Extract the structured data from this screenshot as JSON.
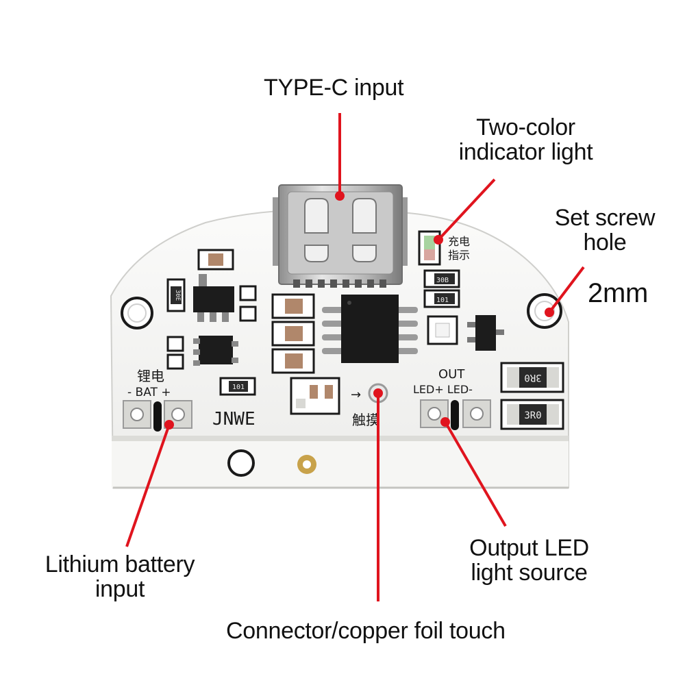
{
  "callouts": {
    "typec": "TYPE-C input",
    "indicator_line1": "Two-color",
    "indicator_line2": "indicator light",
    "screw_line1": "Set screw",
    "screw_line2": "hole",
    "screw_size": "2mm",
    "battery_line1": "Lithium battery",
    "battery_line2": "input",
    "led_line1": "Output LED",
    "led_line2": "light source",
    "touch": "Connector/copper foil touch"
  },
  "board": {
    "brand": "JNWE",
    "bat_cn": "锂电",
    "bat_label": "- BAT +",
    "out_label": "OUT",
    "led_label": "LED+ LED-",
    "touch_cn": "触摸",
    "touch_arrow": "→",
    "charge_cn_1": "充电",
    "charge_cn_2": "指示",
    "r_top": "30B",
    "r_mid": "101",
    "r_left": "30E",
    "r_bot": "101",
    "r_big1": "3R0",
    "r_big2": "3R0"
  },
  "colors": {
    "pointer": "#e0141e",
    "board": "#f4f4f2",
    "pad": "#d8d8d4",
    "silkscreen": "#1a1a1a"
  }
}
